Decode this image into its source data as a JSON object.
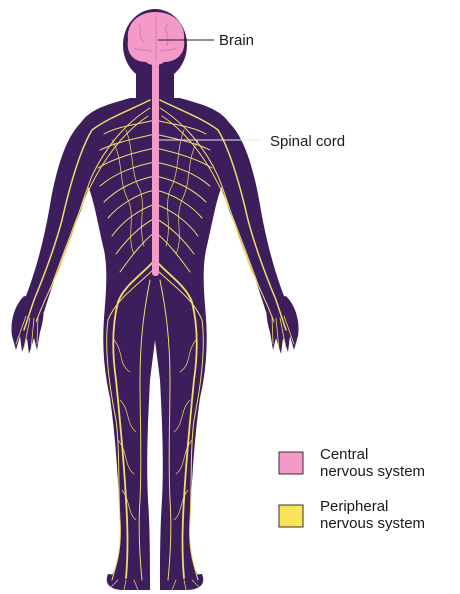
{
  "labels": {
    "brain": "Brain",
    "spinal_cord": "Spinal cord"
  },
  "legend": [
    {
      "line1": "Central",
      "line2": "nervous system",
      "color": "#f49ac8"
    },
    {
      "line1": "Peripheral",
      "line2": "nervous system",
      "color": "#fbe35a"
    }
  ],
  "colors": {
    "body": "#3c1e5c",
    "nerve": "#f2dc6a",
    "cns": "#f49ac8",
    "background": "#ffffff"
  }
}
